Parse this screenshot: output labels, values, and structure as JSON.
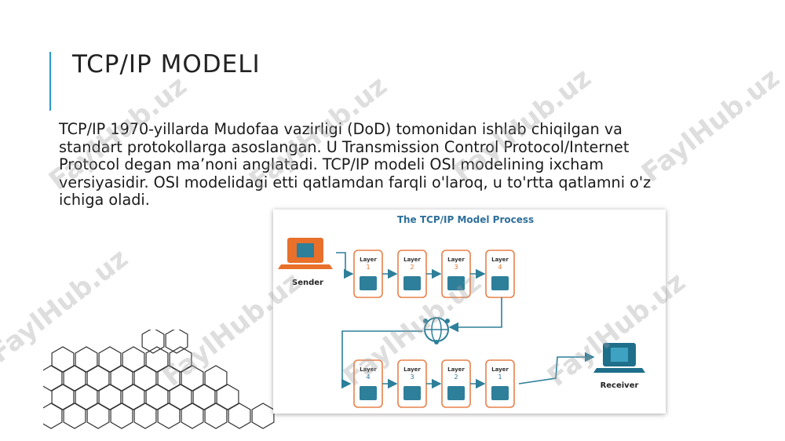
{
  "slide": {
    "title": "TCP/IP MODELI",
    "body": "TCP/IP 1970-yillarda Mudofaa vazirligi (DoD) tomonidan ishlab chiqilgan va standart protokollarga asoslangan. U Transmission Control Protocol/Internet Protocol degan ma’noni anglatadi. TCP/IP modeli OSI modelining ixcham versiyasidir. OSI modelidagi etti qatlamdan farqli o'laroq, u to'rtta qatlamni o'z ichiga oladi."
  },
  "figure": {
    "title": "The TCP/IP Model Process",
    "sender_label": "Sender",
    "receiver_label": "Receiver",
    "layer_word": "Layer",
    "top_row": [
      "1",
      "2",
      "3",
      "4"
    ],
    "bottom_row": [
      "4",
      "3",
      "2",
      "1"
    ]
  },
  "watermark": "FaylHub.uz",
  "colors": {
    "accent": "#2a9ac9",
    "laptop_orange": "#e8702a",
    "receiver_blue": "#1f6f8b",
    "box_border": "#e8814a",
    "box_fill": "#2d7f9a"
  }
}
